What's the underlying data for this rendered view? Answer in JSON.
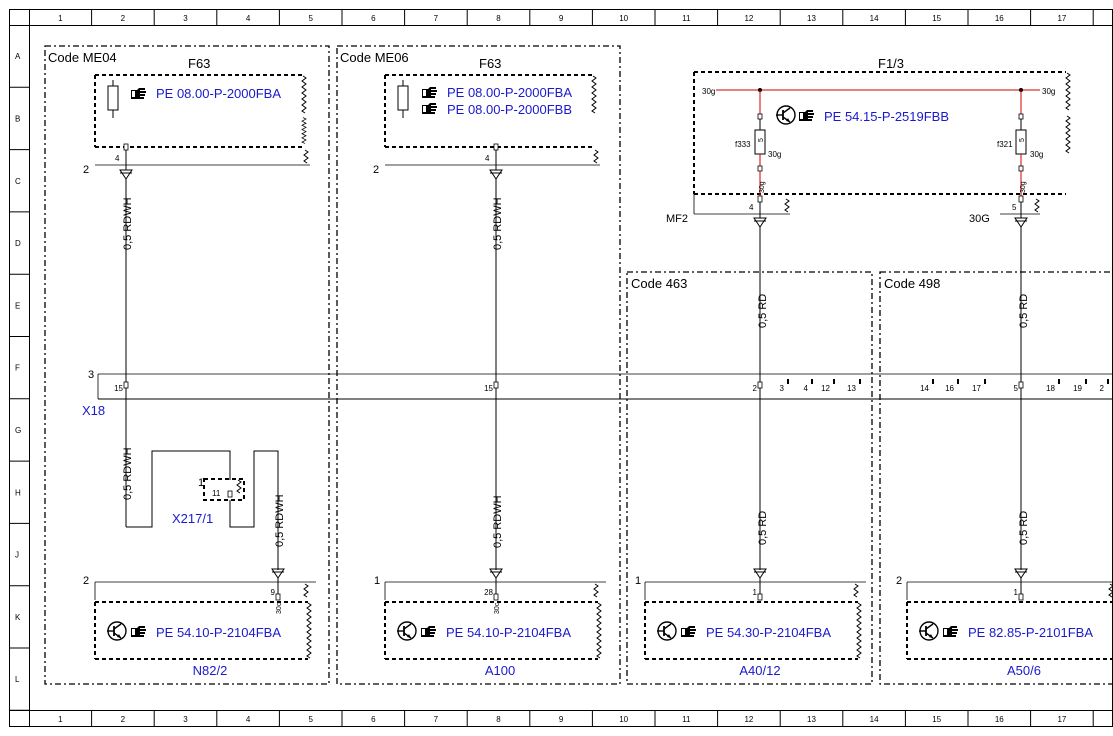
{
  "grid": {
    "columns": [
      "1",
      "2",
      "3",
      "4",
      "5",
      "6",
      "7",
      "8",
      "9",
      "10",
      "11",
      "12",
      "13",
      "14",
      "15",
      "16",
      "17"
    ],
    "rows": [
      "A",
      "B",
      "C",
      "D",
      "E",
      "F",
      "G",
      "H",
      "J",
      "K",
      "L"
    ]
  },
  "code_groups": [
    {
      "label": "Code ME04"
    },
    {
      "label": "Code ME06"
    },
    {
      "label": "Code 463"
    },
    {
      "label": "Code 498"
    }
  ],
  "fuses": {
    "f63_left": {
      "name": "F63",
      "ref": "PE 08.00-P-2000FBA",
      "pin": "4",
      "side": "2"
    },
    "f63_mid": {
      "name": "F63",
      "refs": [
        "PE 08.00-P-2000FBA",
        "PE 08.00-P-2000FBB"
      ],
      "pin": "4",
      "side": "2"
    },
    "f13": {
      "name": "F1/3",
      "ref": "PE 54.15-P-2519FBB",
      "bus_left": "30g",
      "bus_right": "30g",
      "fuse_a": {
        "label": "f333",
        "value": "5",
        "term": "30g",
        "out": "30g",
        "pin": "4",
        "conn": "MF2"
      },
      "fuse_b": {
        "label": "f321",
        "value": "5",
        "term": "30g",
        "out": "30g",
        "pin": "5",
        "conn": "30G"
      }
    }
  },
  "wires": {
    "w1_upper": "0,5 RDWH",
    "w1_loop": "0,5 RDWH",
    "w1_lower": "0,5 RDWH",
    "w2_upper": "0,5 RDWH",
    "w2_lower": "0,5 RDWH",
    "w3_upper": "0,5 RD",
    "w3_lower": "0,5 RD",
    "w4_upper": "0,5 RD",
    "w4_lower": "0,5 RD"
  },
  "connector_x18": {
    "name": "X18",
    "side": "3",
    "pins": [
      "15",
      "15",
      "2",
      "3",
      "4",
      "12",
      "13",
      "14",
      "16",
      "17",
      "5",
      "18",
      "19",
      "2"
    ]
  },
  "connector_x217": {
    "name": "X217/1",
    "side": "1",
    "pin": "11"
  },
  "components": [
    {
      "name": "N82/2",
      "ref": "PE 54.10-P-2104FBA",
      "pin": "9",
      "term": "30c",
      "side": "2"
    },
    {
      "name": "A100",
      "ref": "PE 54.10-P-2104FBA",
      "pin": "28",
      "term": "30c",
      "side": "1"
    },
    {
      "name": "A40/12",
      "ref": "PE 54.30-P-2104FBA",
      "pin": "1",
      "term": "",
      "side": "1"
    },
    {
      "name": "A50/6",
      "ref": "PE 82.85-P-2101FBA",
      "pin": "1",
      "term": "",
      "side": "2"
    }
  ],
  "icons": {
    "fuse": "fuse-icon",
    "pointer": "pointing-hand-icon",
    "transistor": "transistor-icon",
    "ground_arrow": "connector-arrow-icon"
  },
  "colors": {
    "reference_text": "#1a1acc",
    "power_bus": "#d00000",
    "lines": "#000000"
  }
}
